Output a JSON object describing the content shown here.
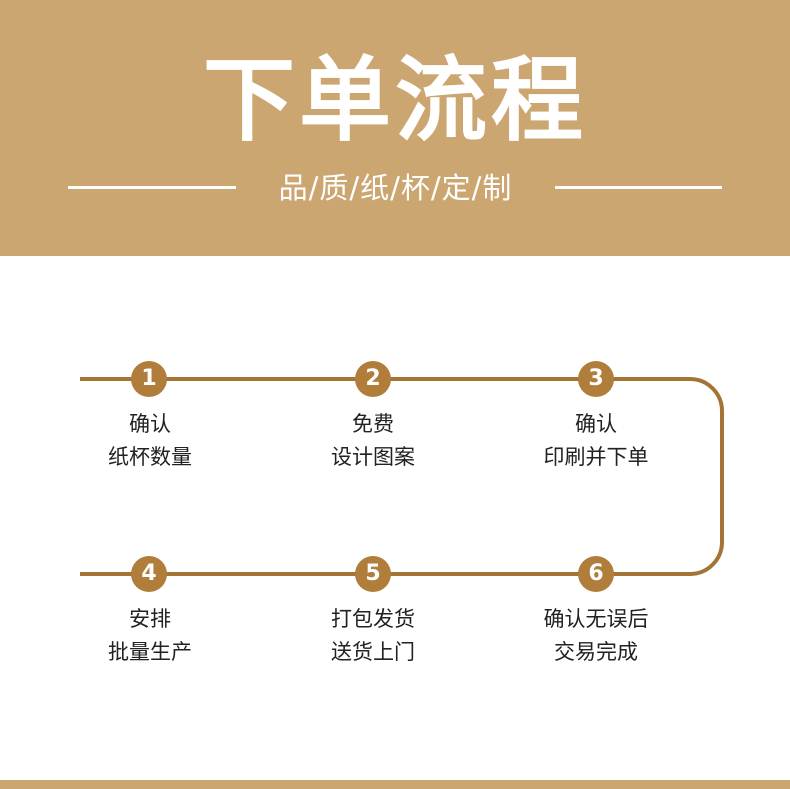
{
  "header": {
    "title": "下单流程",
    "subtitle": "品/质/纸/杯/定/制"
  },
  "colors": {
    "banner": "#cca671",
    "accent": "#b07d3b",
    "line": "#a47435",
    "text": "#222222"
  },
  "steps": [
    {
      "number": "1",
      "line1": "确认",
      "line2": "纸杯数量"
    },
    {
      "number": "2",
      "line1": "免费",
      "line2": "设计图案"
    },
    {
      "number": "3",
      "line1": "确认",
      "line2": "印刷并下单"
    },
    {
      "number": "4",
      "line1": "安排",
      "line2": "批量生产"
    },
    {
      "number": "5",
      "line1": "打包发货",
      "line2": "送货上门"
    },
    {
      "number": "6",
      "line1": "确认无误后",
      "line2": "交易完成"
    }
  ]
}
